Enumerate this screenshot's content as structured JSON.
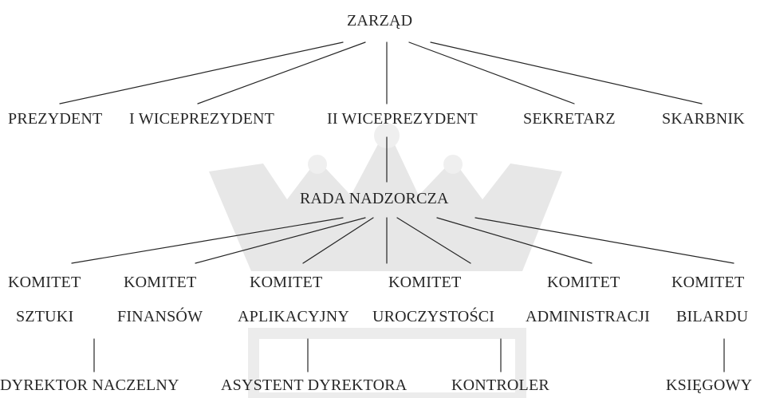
{
  "top": {
    "label": "ZARZĄD"
  },
  "officers": [
    {
      "label": "PREZYDENT"
    },
    {
      "label": "I WICEPREZYDENT"
    },
    {
      "label": "II WICEPREZYDENT"
    },
    {
      "label": "SEKRETARZ"
    },
    {
      "label": "SKARBNIK"
    }
  ],
  "board": {
    "label": "RADA NADZORCZA"
  },
  "committees": [
    {
      "line1": "KOMITET",
      "line2": "SZTUKI"
    },
    {
      "line1": "KOMITET",
      "line2": "FINANSÓW"
    },
    {
      "line1": "KOMITET",
      "line2": "APLIKACYJNY"
    },
    {
      "line1": "KOMITET",
      "line2": "UROCZYSTOŚCI"
    },
    {
      "line1": "KOMITET",
      "line2": "ADMINISTRACJI"
    },
    {
      "line1": "KOMITET",
      "line2": "BILARDU"
    }
  ],
  "staff": [
    {
      "label": "DYREKTOR NACZELNY"
    },
    {
      "label": "ASYSTENT DYREKTORA"
    },
    {
      "label": "KONTROLER"
    },
    {
      "label": "KSIĘGOWY"
    }
  ],
  "colors": {
    "text": "#262626",
    "line": "#262626",
    "watermark": "#e4e4e4"
  }
}
